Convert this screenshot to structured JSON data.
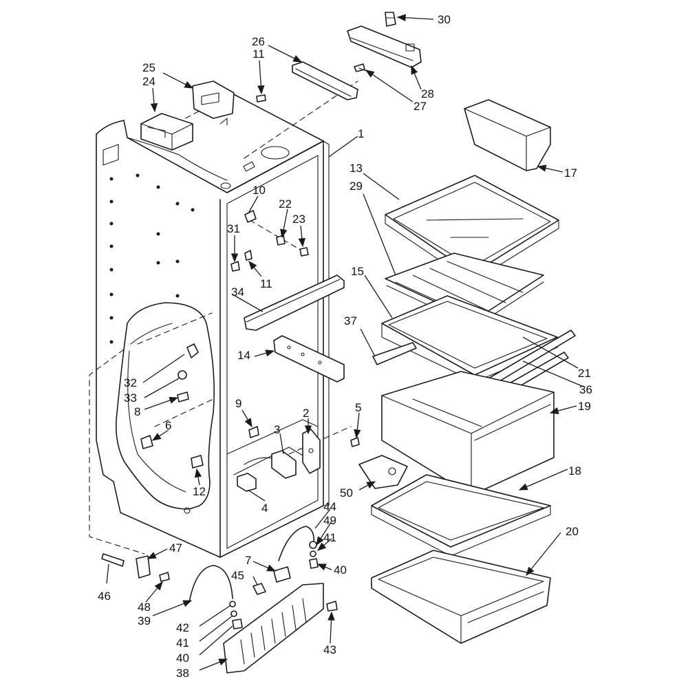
{
  "callouts": [
    {
      "id": "c1",
      "label": "1"
    },
    {
      "id": "c2",
      "label": "2"
    },
    {
      "id": "c4",
      "label": "4"
    },
    {
      "id": "c5",
      "label": "5"
    },
    {
      "id": "c6",
      "label": "6"
    },
    {
      "id": "c7",
      "label": "7"
    },
    {
      "id": "c8",
      "label": "8"
    },
    {
      "id": "c9",
      "label": "9"
    },
    {
      "id": "c3",
      "label": "3"
    },
    {
      "id": "c10",
      "label": "10"
    },
    {
      "id": "c11a",
      "label": "11"
    },
    {
      "id": "c11b",
      "label": "11"
    },
    {
      "id": "c12",
      "label": "12"
    },
    {
      "id": "c13",
      "label": "13"
    },
    {
      "id": "c14",
      "label": "14"
    },
    {
      "id": "c15",
      "label": "15"
    },
    {
      "id": "c17",
      "label": "17"
    },
    {
      "id": "c18",
      "label": "18"
    },
    {
      "id": "c19",
      "label": "19"
    },
    {
      "id": "c20",
      "label": "20"
    },
    {
      "id": "c21",
      "label": "21"
    },
    {
      "id": "c22",
      "label": "22"
    },
    {
      "id": "c23",
      "label": "23"
    },
    {
      "id": "c24",
      "label": "24"
    },
    {
      "id": "c25",
      "label": "25"
    },
    {
      "id": "c26",
      "label": "26"
    },
    {
      "id": "c27",
      "label": "27"
    },
    {
      "id": "c28",
      "label": "28"
    },
    {
      "id": "c29",
      "label": "29"
    },
    {
      "id": "c30",
      "label": "30"
    },
    {
      "id": "c31",
      "label": "31"
    },
    {
      "id": "c32",
      "label": "32"
    },
    {
      "id": "c33",
      "label": "33"
    },
    {
      "id": "c34",
      "label": "34"
    },
    {
      "id": "c36",
      "label": "36"
    },
    {
      "id": "c37",
      "label": "37"
    },
    {
      "id": "c38",
      "label": "38"
    },
    {
      "id": "c39",
      "label": "39"
    },
    {
      "id": "c40a",
      "label": "40"
    },
    {
      "id": "c40b",
      "label": "40"
    },
    {
      "id": "c41a",
      "label": "41"
    },
    {
      "id": "c41b",
      "label": "41"
    },
    {
      "id": "c42",
      "label": "42"
    },
    {
      "id": "c43",
      "label": "43"
    },
    {
      "id": "c44",
      "label": "44"
    },
    {
      "id": "c45",
      "label": "45"
    },
    {
      "id": "c46",
      "label": "46"
    },
    {
      "id": "c47",
      "label": "47"
    },
    {
      "id": "c48",
      "label": "48"
    },
    {
      "id": "c49",
      "label": "49"
    },
    {
      "id": "c50",
      "label": "50"
    }
  ]
}
